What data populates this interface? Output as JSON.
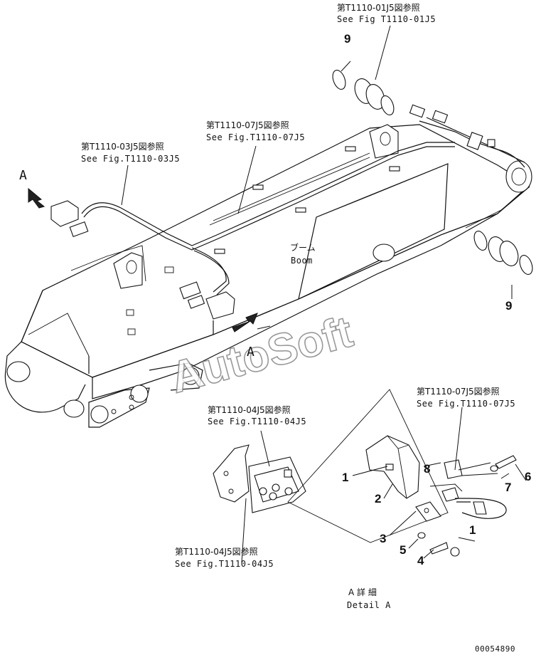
{
  "refs": {
    "r01_jp": "第T1110-01J5図参照",
    "r01_en": "See Fig T1110-01J5",
    "r07a_jp": "第T1110-07J5図参照",
    "r07a_en": "See Fig.T1110-07J5",
    "r03_jp": "第T1110-03J5図参照",
    "r03_en": "See Fig.T1110-03J5",
    "r04a_jp": "第T1110-04J5図参照",
    "r04a_en": "See Fig.T1110-04J5",
    "r07b_jp": "第T1110-07J5図参照",
    "r07b_en": "See Fig.T1110-07J5",
    "r04b_jp": "第T1110-04J5図参照",
    "r04b_en": "See Fig.T1110-04J5"
  },
  "boom": {
    "jp": "ブーム",
    "en": "Boom"
  },
  "view_markers": {
    "a_top": "A",
    "a_bottom": "A"
  },
  "detail": {
    "jp": "A 詳 細",
    "en": "Detail A"
  },
  "part_numbers": {
    "p9_top": "9",
    "p9_right": "9",
    "p1_a": "1",
    "p2": "2",
    "p8": "8",
    "p6": "6",
    "p7": "7",
    "p1_b": "1",
    "p3": "3",
    "p5": "5",
    "p4": "4"
  },
  "watermark": "AutoSoft",
  "drawing_number": "00054890"
}
